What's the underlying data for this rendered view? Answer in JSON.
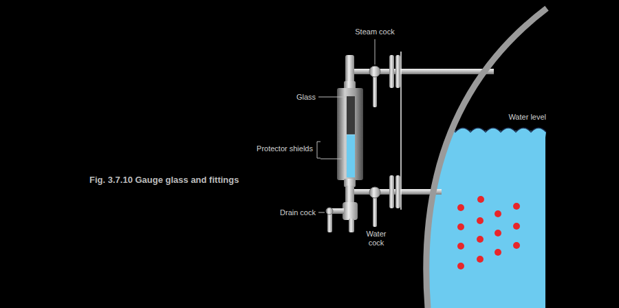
{
  "diagram": {
    "caption": "Fig. 3.7.10 Gauge glass and fittings",
    "labels": [
      "Steam cock",
      "Glass",
      "Protector shields",
      "Water level",
      "Drain cock",
      "Water cock"
    ]
  }
}
